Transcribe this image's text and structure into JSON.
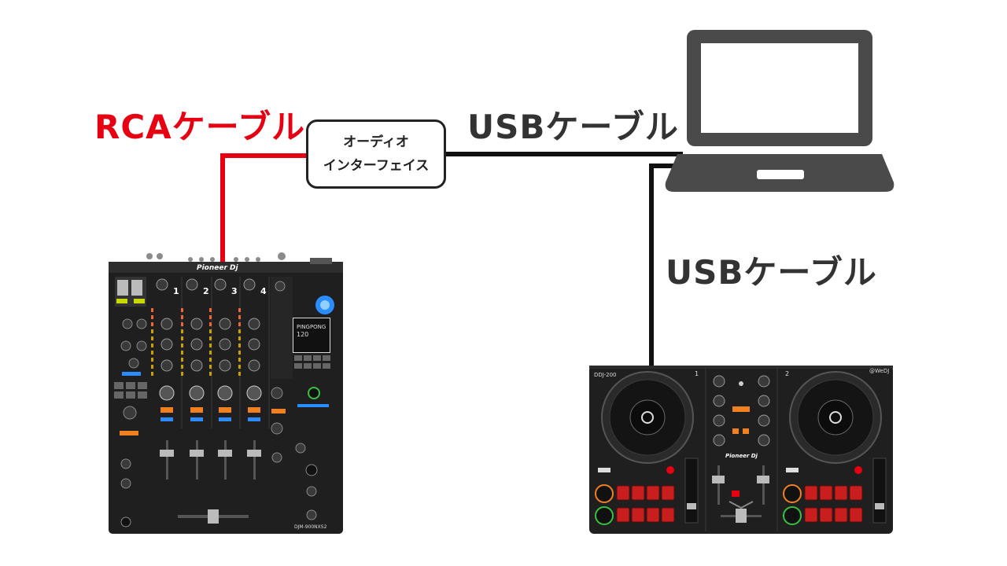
{
  "labels": {
    "rca_cable": "RCAケーブル",
    "usb_cable_top": "USBケーブル",
    "usb_cable_right": "USBケーブル"
  },
  "audio_interface": {
    "line1": "オーディオ",
    "line2": "インターフェイス"
  },
  "mixer": {
    "brand": "Pioneer Dj",
    "model": "DJM-900NXS2",
    "channels": [
      "1",
      "2",
      "3",
      "4"
    ],
    "screen_title": "PINGPONG",
    "screen_bpm": "120"
  },
  "controller": {
    "model": "DDJ-200",
    "brand": "Pioneer Dj",
    "deck_left": "1",
    "deck_right": "2",
    "brand_right": "@WeDJ"
  },
  "colors": {
    "rca_cable": "#e60012",
    "usb_cable": "#111111",
    "laptop": "#4a4a4a",
    "accent_orange": "#f08020",
    "accent_blue": "#2a8cff"
  }
}
